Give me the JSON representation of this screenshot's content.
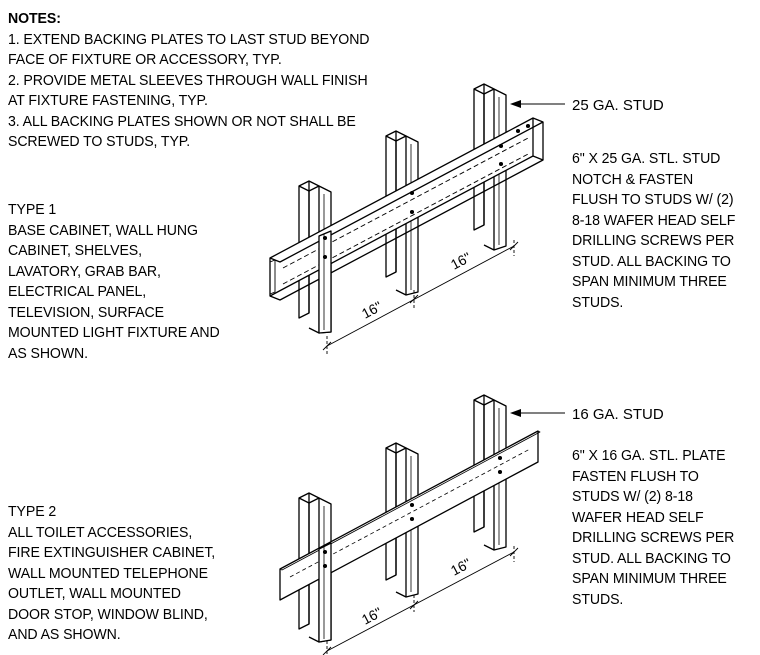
{
  "notes": {
    "title": "NOTES:",
    "lines": [
      "1. EXTEND BACKING PLATES TO LAST STUD BEYOND",
      "FACE OF FIXTURE OR ACCESSORY, TYP.",
      "2. PROVIDE METAL SLEEVES THROUGH WALL FINISH",
      "AT FIXTURE FASTENING, TYP.",
      "3. ALL BACKING PLATES SHOWN OR NOT SHALL BE",
      "SCREWED TO STUDS, TYP."
    ]
  },
  "type1": {
    "lines": [
      "TYPE 1",
      "BASE CABINET, WALL HUNG",
      "CABINET, SHELVES,",
      "LAVATORY, GRAB BAR,",
      "ELECTRICAL PANEL,",
      "TELEVISION, SURFACE",
      "MOUNTED LIGHT FIXTURE AND",
      "AS SHOWN."
    ],
    "stud_label": "25 GA. STUD",
    "backing_lines": [
      "6\" X 25 GA. STL. STUD",
      "NOTCH & FASTEN",
      "FLUSH TO STUDS W/ (2)",
      "8-18 WAFER HEAD SELF",
      "DRILLING SCREWS PER",
      "STUD. ALL BACKING TO",
      "SPAN MINIMUM THREE",
      "STUDS."
    ],
    "dim_left": "16\"",
    "dim_right": "16\""
  },
  "type2": {
    "lines": [
      "TYPE 2",
      "ALL TOILET ACCESSORIES,",
      "FIRE EXTINGUISHER CABINET,",
      "WALL MOUNTED TELEPHONE",
      "OUTLET, WALL MOUNTED",
      "DOOR STOP, WINDOW BLIND,",
      "AND AS SHOWN."
    ],
    "stud_label": "16 GA. STUD",
    "backing_lines": [
      "6\" X 16 GA. STL. PLATE",
      "FASTEN FLUSH TO",
      "STUDS W/ (2) 8-18",
      "WAFER HEAD SELF",
      "DRILLING SCREWS PER",
      "STUD. ALL BACKING TO",
      "SPAN MINIMUM THREE",
      "STUDS."
    ],
    "dim_left": "16\"",
    "dim_right": "16\""
  }
}
